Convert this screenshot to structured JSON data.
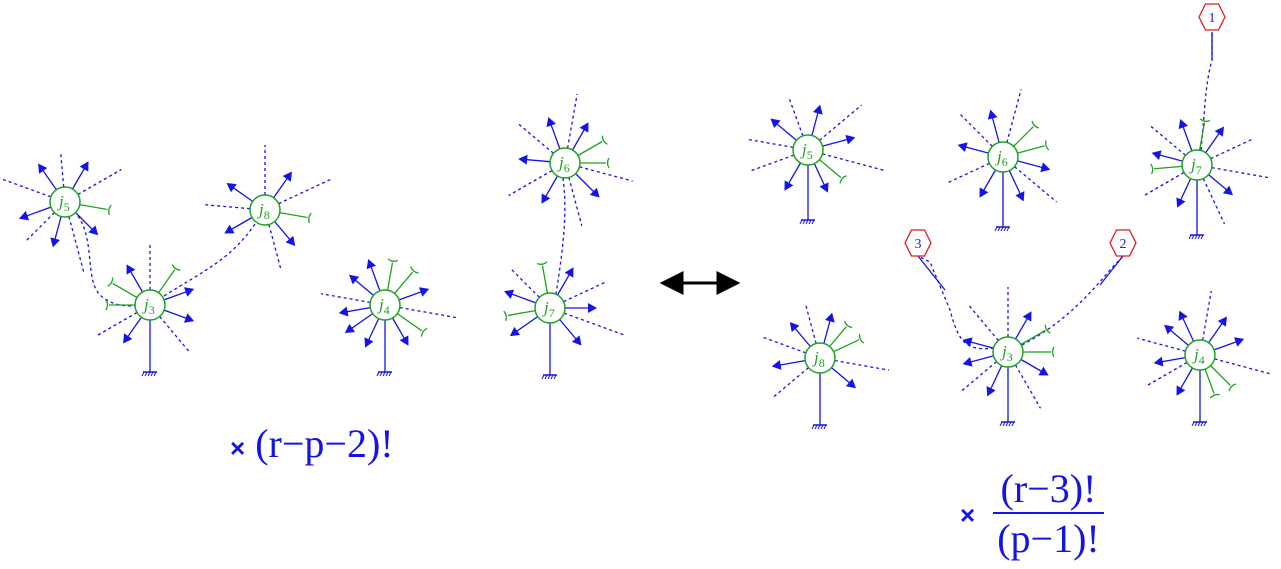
{
  "colors": {
    "node": "#1fa21f",
    "edge": "#1414e6",
    "marker": "#e01a1a",
    "text": "#1414e6"
  },
  "nodes": [
    {
      "id": "L5",
      "label": "j",
      "sub": "5"
    },
    {
      "id": "L3",
      "label": "j",
      "sub": "3"
    },
    {
      "id": "L8",
      "label": "j",
      "sub": "8"
    },
    {
      "id": "L4",
      "label": "j",
      "sub": "4"
    },
    {
      "id": "L6",
      "label": "j",
      "sub": "6"
    },
    {
      "id": "L7",
      "label": "j",
      "sub": "7"
    },
    {
      "id": "R5",
      "label": "j",
      "sub": "5"
    },
    {
      "id": "R6",
      "label": "j",
      "sub": "6"
    },
    {
      "id": "R7",
      "label": "j",
      "sub": "7"
    },
    {
      "id": "R8",
      "label": "j",
      "sub": "8"
    },
    {
      "id": "R3",
      "label": "j",
      "sub": "3"
    },
    {
      "id": "R4",
      "label": "j",
      "sub": "4"
    }
  ],
  "markers": [
    {
      "id": "M1",
      "label": "1"
    },
    {
      "id": "M2",
      "label": "2"
    },
    {
      "id": "M3",
      "label": "3"
    }
  ],
  "arrow_symbol": "↔",
  "formula_left": {
    "times": "×",
    "expr": "(r−p−2)!"
  },
  "formula_right": {
    "times": "×",
    "numerator": "(r−3)!",
    "denominator": "(p−1)!"
  }
}
